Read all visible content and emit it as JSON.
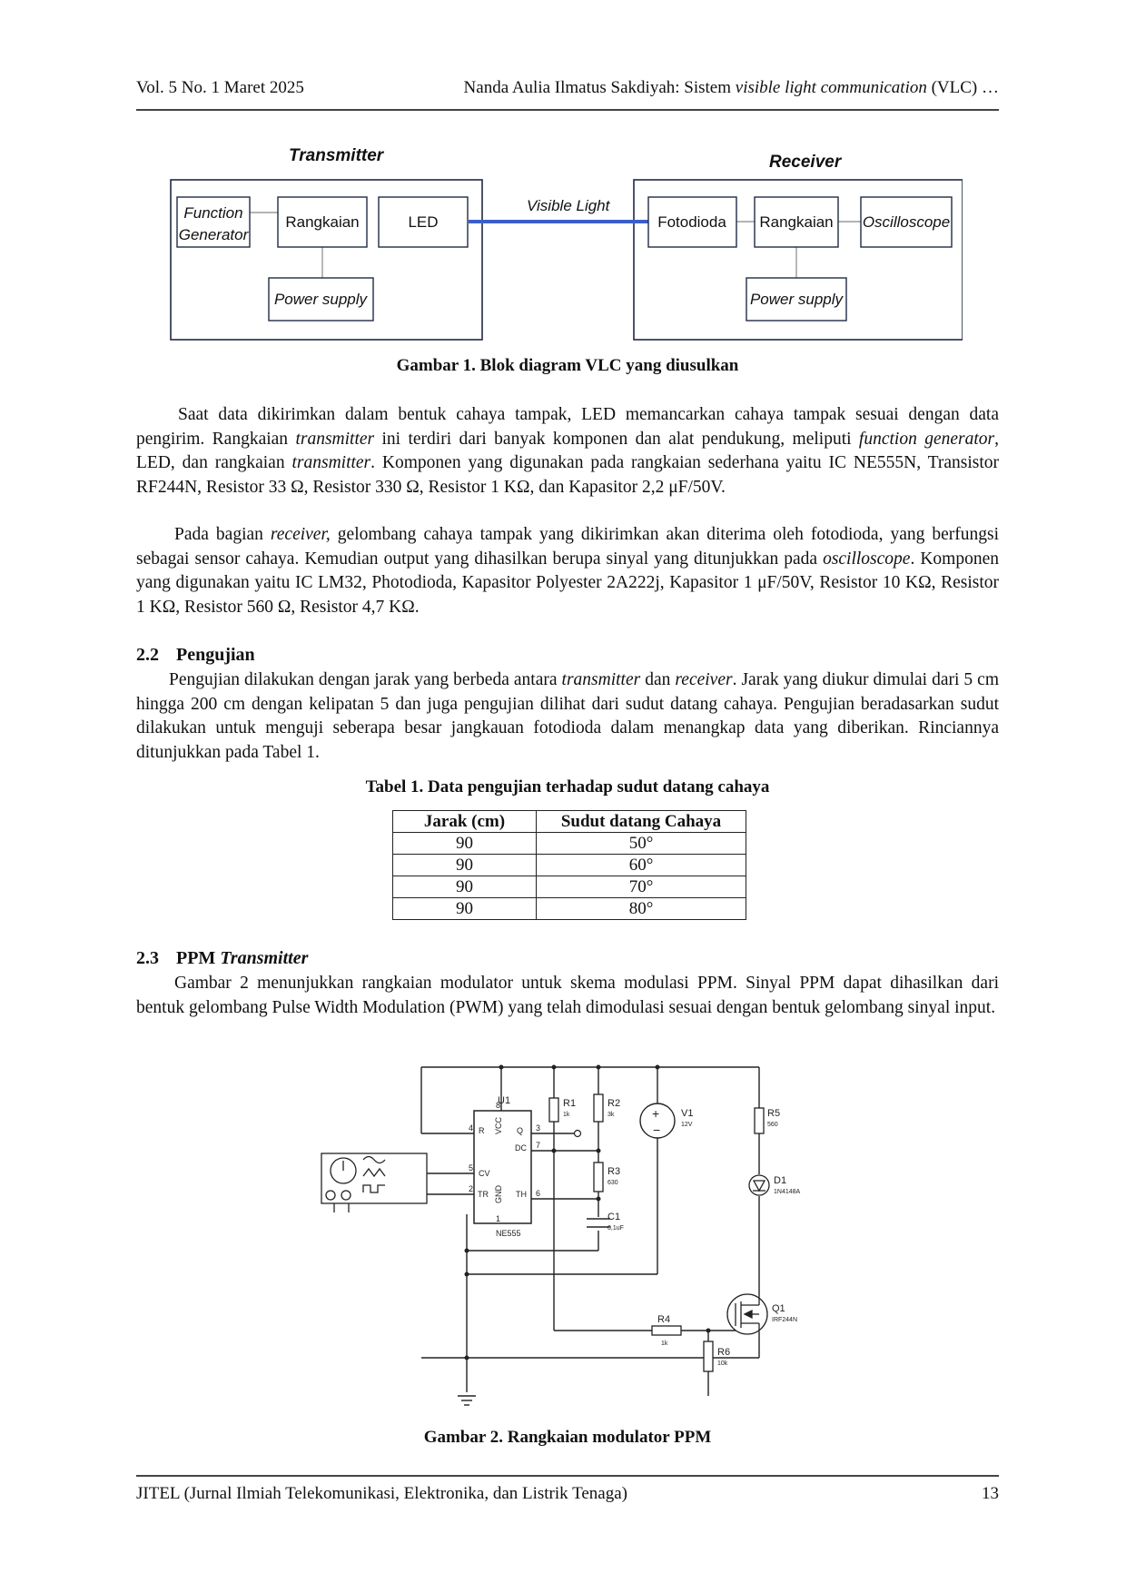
{
  "header": {
    "left": "Vol. 5 No. 1 Maret 2025",
    "right_prefix": "Nanda Aulia Ilmatus Sakdiyah: Sistem ",
    "right_italic": "visible light communication",
    "right_suffix": " (VLC) …"
  },
  "figure1": {
    "transmitter_title": "Transmitter",
    "receiver_title": "Receiver",
    "link_label": "Visible Light",
    "tx": {
      "function_generator_1": "Function",
      "function_generator_2": "Generator",
      "rangkaian": "Rangkaian",
      "led": "LED",
      "power_supply": "Power supply"
    },
    "rx": {
      "fotodioda": "Fotodioda",
      "rangkaian": "Rangkaian",
      "oscilloscope": "Oscilloscope",
      "power_supply": "Power supply"
    },
    "caption": "Gambar 1. Blok diagram VLC yang diusulkan",
    "colors": {
      "link": "#3a5fc8",
      "box": "#1f2a44"
    }
  },
  "para1": {
    "s1": "Saat data dikirimkan dalam bentuk cahaya tampak, LED memancarkan cahaya tampak sesuai dengan data pengirim. Rangkaian ",
    "i1": "transmitter",
    "s2": " ini terdiri dari banyak komponen dan alat pendukung, meliputi ",
    "i2": "function generator",
    "s3": ", LED, dan rangkaian ",
    "i3": "transmitter",
    "s4": ". Komponen yang digunakan pada rangkaian sederhana yaitu IC NE555N, Transistor RF244N, Resistor 33 Ω, Resistor 330 Ω, Resistor 1 KΩ, dan Kapasitor 2,2 μF/50V."
  },
  "para2": {
    "s1": "Pada bagian ",
    "i1": "receiver,",
    "s2": " gelombang cahaya tampak yang dikirimkan akan diterima oleh fotodioda, yang berfungsi sebagai sensor cahaya. Kemudian output yang dihasilkan berupa sinyal yang ditunjukkan pada ",
    "i2": "oscilloscope",
    "s3": ". Komponen yang digunakan yaitu IC LM32, Photodioda, Kapasitor Polyester 2A222j, Kapasitor 1 μF/50V, Resistor 10 KΩ, Resistor 1 KΩ, Resistor 560 Ω, Resistor 4,7 KΩ."
  },
  "section22": {
    "number": "2.2",
    "title": "Pengujian",
    "s1": "Pengujian dilakukan dengan jarak yang berbeda antara ",
    "i1": "transmitter",
    "s2": " dan ",
    "i2": "receiver",
    "s3": ". Jarak yang diukur dimulai dari 5 cm hingga 200 cm dengan kelipatan 5 dan juga pengujian dilihat dari sudut datang cahaya. Pengujian beradasarkan sudut dilakukan untuk menguji seberapa besar jangkauan fotodioda dalam menangkap data yang diberikan. Rinciannya ditunjukkan pada Tabel 1."
  },
  "table1": {
    "caption": "Tabel 1. Data pengujian terhadap sudut datang cahaya",
    "headers": [
      "Jarak (cm)",
      "Sudut datang Cahaya"
    ],
    "rows": [
      [
        "90",
        "50°"
      ],
      [
        "90",
        "60°"
      ],
      [
        "90",
        "70°"
      ],
      [
        "90",
        "80°"
      ]
    ]
  },
  "section23": {
    "number": "2.3",
    "title_plain": "PPM ",
    "title_italic": "Transmitter",
    "text": "Gambar 2 menunjukkan rangkaian modulator untuk skema modulasi PPM. Sinyal PPM dapat dihasilkan dari bentuk gelombang Pulse Width Modulation (PWM) yang telah dimodulasi sesuai dengan bentuk gelombang sinyal input."
  },
  "figure2": {
    "caption": "Gambar 2. Rangkaian modulator PPM",
    "u1": "U1",
    "ic": "NE555",
    "pins": {
      "r": "R",
      "q": "Q",
      "dc": "DC",
      "cv": "CV",
      "tr": "TR",
      "th": "TH",
      "vcc": "VCC",
      "gnd": "GND"
    },
    "pin_numbers": {
      "p4": "4",
      "p8": "8",
      "p3": "3",
      "p7": "7",
      "p5": "5",
      "p2": "2",
      "p6": "6",
      "p1": "1"
    },
    "r1": "R1",
    "r1_val": "1k",
    "r2": "R2",
    "r2_val": "3k",
    "r3": "R3",
    "r3_val": "630",
    "c1": "C1",
    "c1_val": "0,1uF",
    "v1": "V1",
    "v1_val": "12V",
    "r5": "R5",
    "r5_val": "560",
    "d1": "D1",
    "d1_val": "1N4148A",
    "q1": "Q1",
    "q1_val": "IRF244N",
    "r4": "R4",
    "r4_val": "1k",
    "r6": "R6",
    "r6_val": "10k"
  },
  "footer": {
    "left": "JITEL (Jurnal Ilmiah Telekomunikasi, Elektronika, dan Listrik Tenaga)",
    "page": "13"
  }
}
